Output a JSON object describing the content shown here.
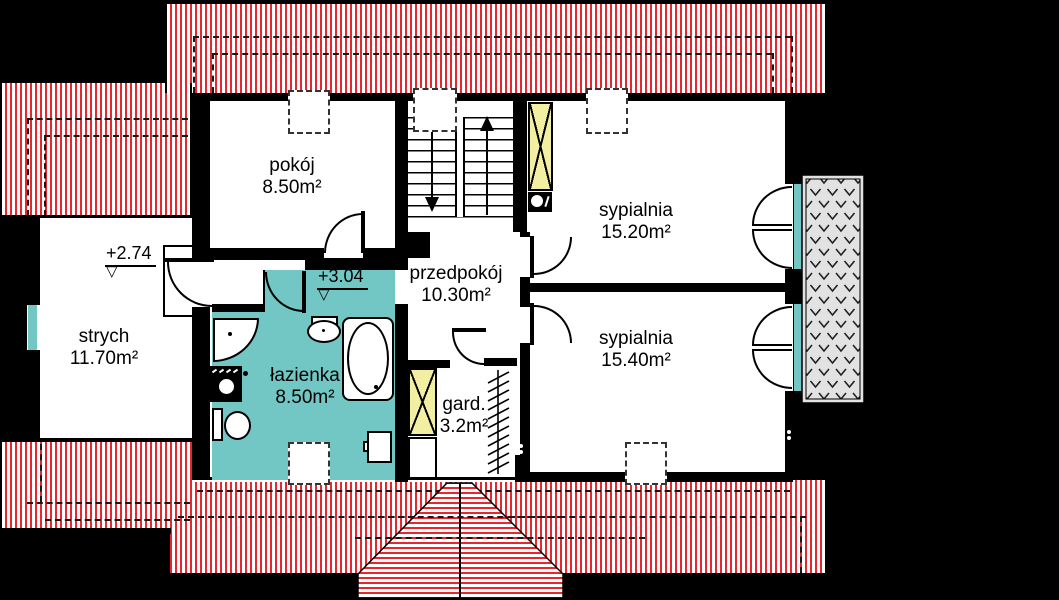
{
  "plan": {
    "type": "floor-plan",
    "rooms": [
      {
        "id": "pokoj",
        "name": "pokój",
        "area": "8.50m²"
      },
      {
        "id": "sypialnia1",
        "name": "sypialnia",
        "area": "15.20m²"
      },
      {
        "id": "przedpokoj",
        "name": "przedpokój",
        "area": "10.30m²"
      },
      {
        "id": "sypialnia2",
        "name": "sypialnia",
        "area": "15.40m²"
      },
      {
        "id": "strych",
        "name": "strych",
        "area": "11.70m²"
      },
      {
        "id": "lazienka",
        "name": "łazienka",
        "area": "8.50m²"
      },
      {
        "id": "garderoba",
        "name": "gard.",
        "area": "3.2m²"
      }
    ],
    "level_markers": [
      {
        "label": "+2.74"
      },
      {
        "label": "+3.04"
      }
    ],
    "datum_glyph": "▽",
    "colors": {
      "roof_red": "#e8262b",
      "floor_teal": "#72c6c3",
      "chimney_yellow": "#f2efa2",
      "balcony_gray": "#e2e2e2",
      "wall_black": "#000000"
    }
  }
}
